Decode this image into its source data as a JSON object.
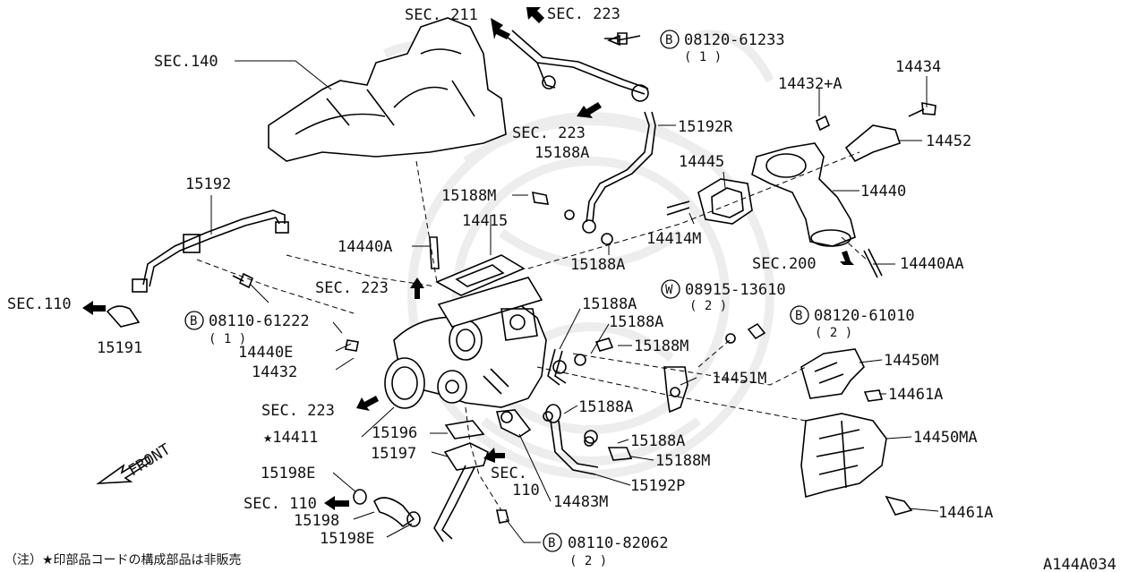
{
  "diagram_id": "A144A034",
  "footnote": "（注）★印部品コードの構成部品は非販売",
  "front_label": "FRONT",
  "section_refs": {
    "sec211": "SEC. 211",
    "sec223_top": "SEC. 223",
    "sec140": "SEC.140",
    "sec223_mid": "SEC. 223",
    "sec110_left": "SEC.110",
    "sec223_center": "SEC. 223",
    "sec223_lower": "SEC. 223",
    "sec200": "SEC.200",
    "sec110_lower": "SEC. 110",
    "sec_110_vertical_a": "SEC.",
    "sec_110_vertical_b": "110"
  },
  "fasteners": {
    "b08120_61233": {
      "symbol": "B",
      "code": "08120-61233",
      "qty": "( 1 )"
    },
    "b08110_61222": {
      "symbol": "B",
      "code": "08110-61222",
      "qty": "( 1 )"
    },
    "w08915_13610": {
      "symbol": "W",
      "code": "08915-13610",
      "qty": "( 2 )"
    },
    "b08120_61010": {
      "symbol": "B",
      "code": "08120-61010",
      "qty": "( 2 )"
    },
    "b08110_82062": {
      "symbol": "B",
      "code": "08110-82062",
      "qty": "( 2 )"
    }
  },
  "parts": {
    "p15192R": "15192R",
    "p14432A": "14432+A",
    "p14434": "14434",
    "p15188A_top": "15188A",
    "p14452": "14452",
    "p14445": "14445",
    "p15192": "15192",
    "p15188M_top": "15188M",
    "p14440": "14440",
    "p14415": "14415",
    "p14414M": "14414M",
    "p14440A": "14440A",
    "p15188A_mid": "15188A",
    "p14440AA": "14440AA",
    "p15191": "15191",
    "p14440E": "14440E",
    "p14432": "14432",
    "p15188A_c1": "15188A",
    "p15188A_c2": "15188A",
    "p15188M_c": "15188M",
    "p14450M": "14450M",
    "p14451M": "14451M",
    "p14461A_top": "14461A",
    "p15188A_c3": "15188A",
    "p14411": "★14411",
    "p15196": "15196",
    "p15188A_c4": "15188A",
    "p14450MA": "14450MA",
    "p15197": "15197",
    "p15188M_low": "15188M",
    "p15198E_top": "15198E",
    "p15192P": "15192P",
    "p14483M": "14483M",
    "p15198": "15198",
    "p15198E_low": "15198E",
    "p14461A_low": "14461A"
  }
}
